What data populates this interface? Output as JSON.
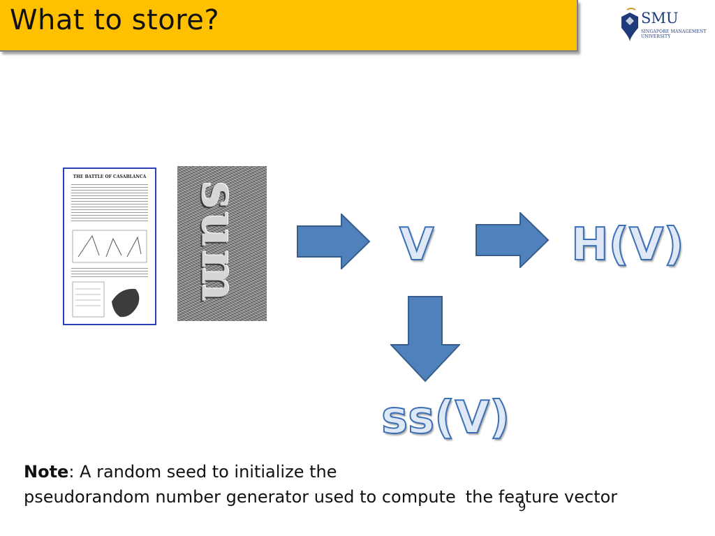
{
  "slide": {
    "title": "What to store?",
    "logo": {
      "name": "SMU",
      "subtitle": "SINGAPORE MANAGEMENT UNIVERSITY"
    },
    "document_thumbnail_title": "THE BATTLE OF CASABLANCA",
    "texture_thumbnail_word": "sum",
    "labels": {
      "v": "V",
      "hv": "H(V)",
      "ssv": "ss(V)"
    },
    "note": {
      "bold": "Note",
      "line1": ": A random seed to initialize the",
      "line2": "pseudorandom number generator used to compute",
      "line2_end": "the feature vector"
    },
    "page_number": "9"
  },
  "colors": {
    "title_bar": "#ffc000",
    "arrow_fill": "#4f81bd",
    "arrow_border": "#385d8a",
    "label_outline": "#3b6fb6"
  },
  "icons": {
    "logo": "smu-logo-icon",
    "arrow": "block-arrow-icon"
  }
}
